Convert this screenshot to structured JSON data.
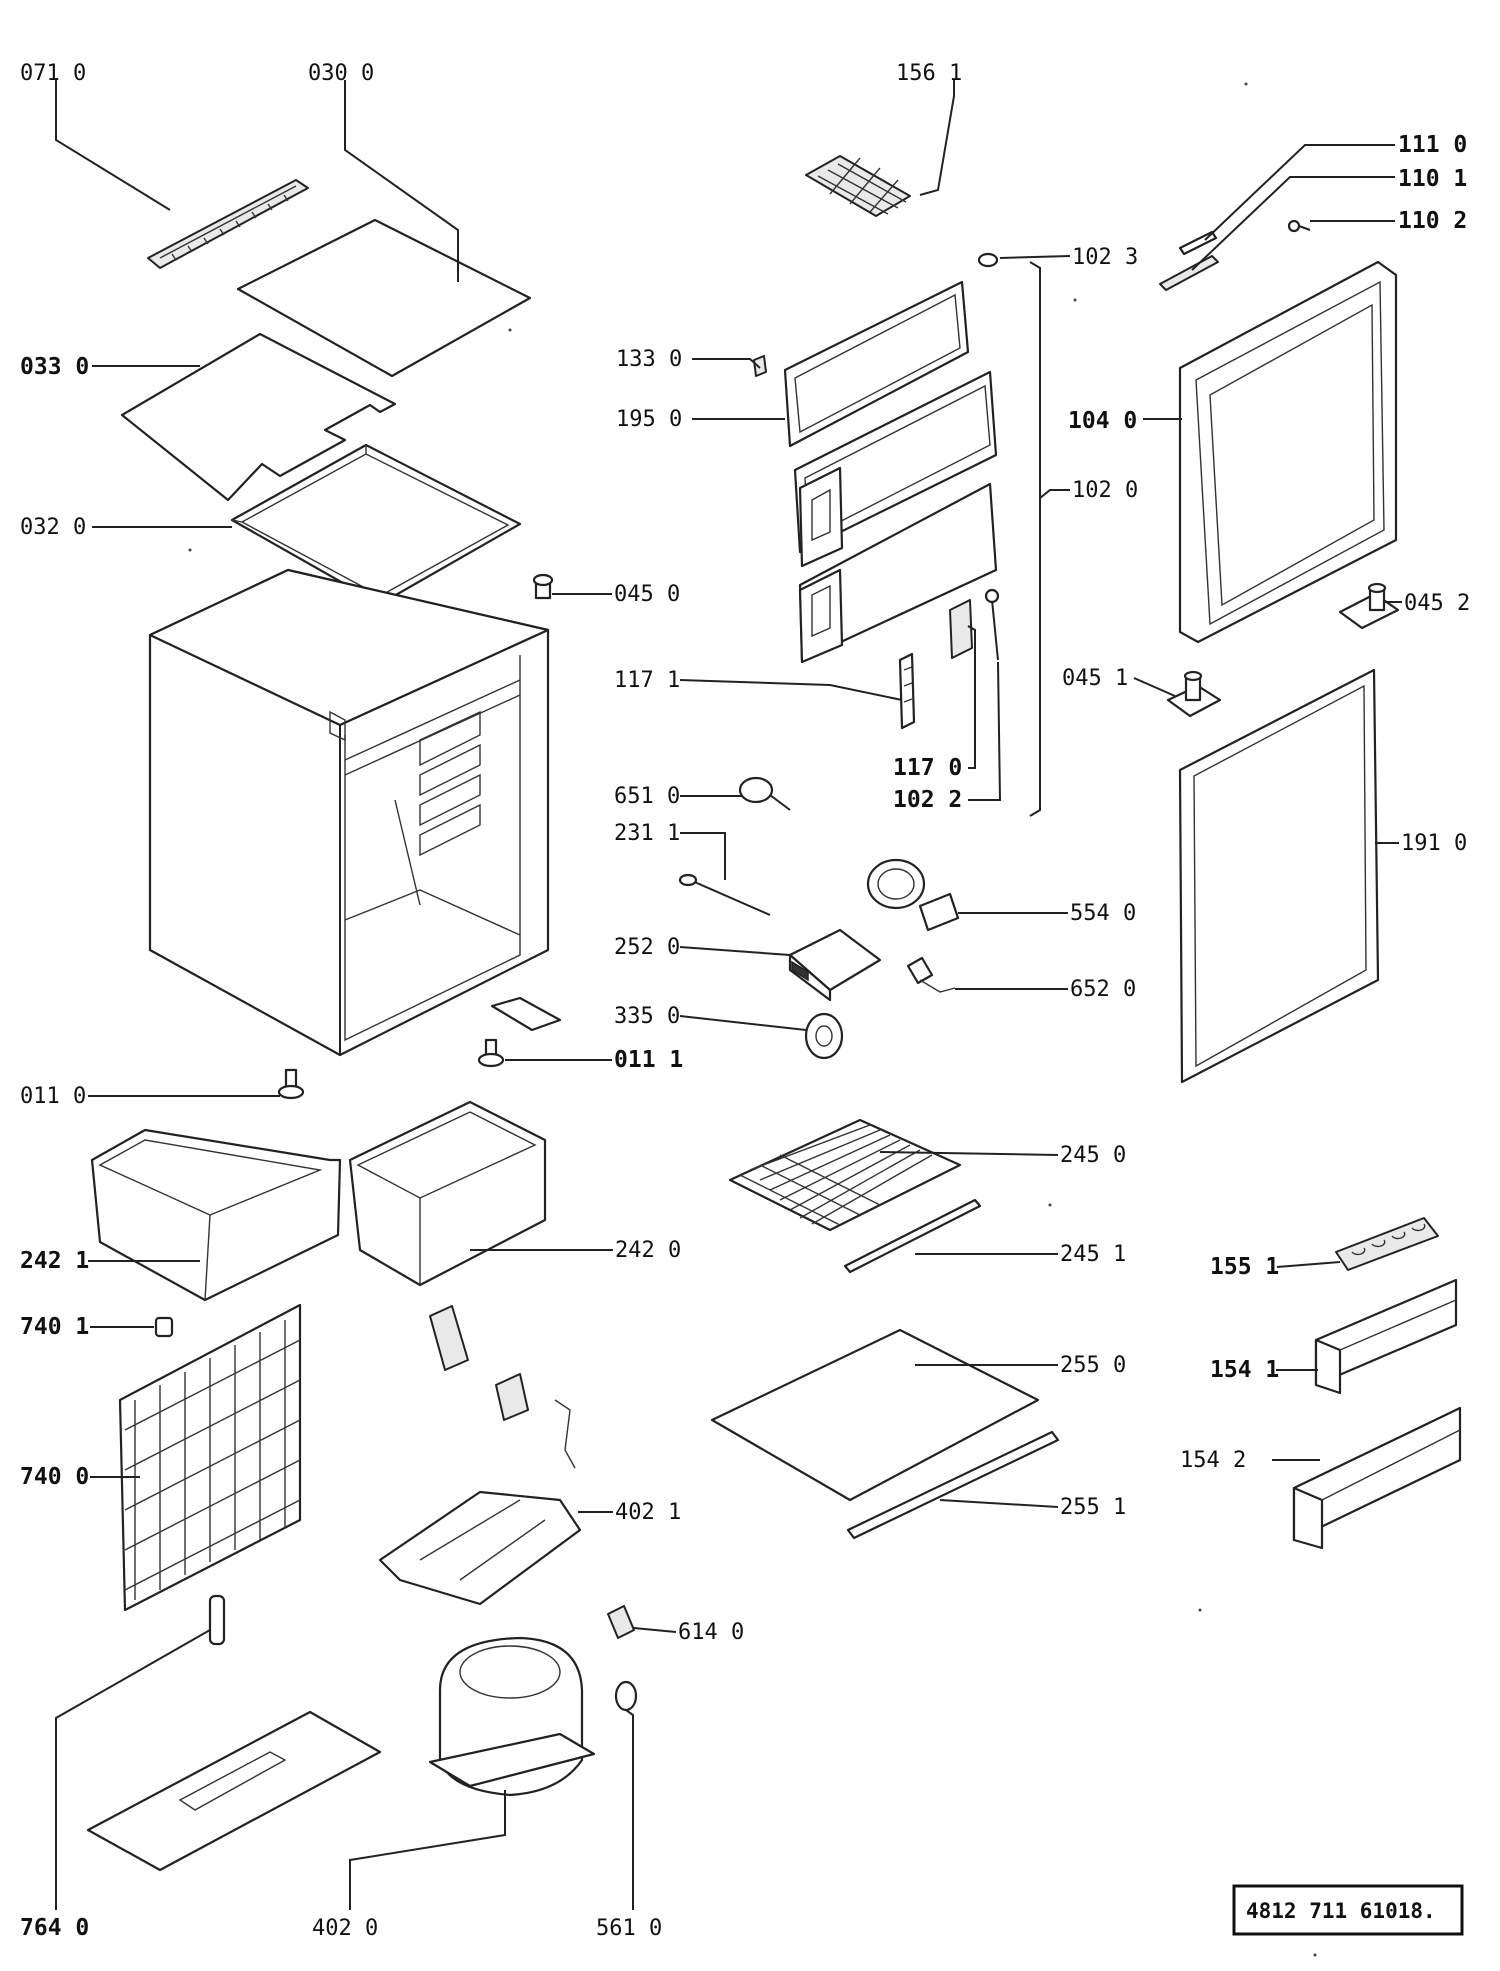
{
  "document_reference": "4812  711 61018.",
  "labels": [
    {
      "id": "0710",
      "text": "071 0"
    },
    {
      "id": "0300",
      "text": "030  0"
    },
    {
      "id": "1561",
      "text": "156  1"
    },
    {
      "id": "1110",
      "text": "111 0"
    },
    {
      "id": "1101",
      "text": "110 1"
    },
    {
      "id": "1102",
      "text": "110 2"
    },
    {
      "id": "1023",
      "text": "102 3"
    },
    {
      "id": "0330",
      "text": "033 0"
    },
    {
      "id": "1330",
      "text": "133  0"
    },
    {
      "id": "1950",
      "text": "195  0"
    },
    {
      "id": "1040",
      "text": "104  0"
    },
    {
      "id": "1020",
      "text": "102  0"
    },
    {
      "id": "0320",
      "text": "032 0"
    },
    {
      "id": "0450",
      "text": "045 0"
    },
    {
      "id": "0452",
      "text": "045 2"
    },
    {
      "id": "1171",
      "text": "117 1"
    },
    {
      "id": "0451",
      "text": "045 1"
    },
    {
      "id": "1170",
      "text": "117 0"
    },
    {
      "id": "1022",
      "text": "102 2"
    },
    {
      "id": "6510",
      "text": "651 0"
    },
    {
      "id": "2311",
      "text": "231 1"
    },
    {
      "id": "1910",
      "text": "191 0"
    },
    {
      "id": "5540",
      "text": "554 0"
    },
    {
      "id": "2520",
      "text": "252 0"
    },
    {
      "id": "6520",
      "text": "652 0"
    },
    {
      "id": "3350",
      "text": "335 0"
    },
    {
      "id": "0111",
      "text": "011 1"
    },
    {
      "id": "0110",
      "text": "011 0"
    },
    {
      "id": "2450",
      "text": "245 0"
    },
    {
      "id": "2421",
      "text": "242 1"
    },
    {
      "id": "2420",
      "text": "242 0"
    },
    {
      "id": "2451",
      "text": "245 1"
    },
    {
      "id": "1551",
      "text": "155 1"
    },
    {
      "id": "7401",
      "text": "740 1"
    },
    {
      "id": "2550",
      "text": "255 0"
    },
    {
      "id": "1541",
      "text": "154 1"
    },
    {
      "id": "7400",
      "text": "740 0"
    },
    {
      "id": "1542",
      "text": "154 2"
    },
    {
      "id": "4021",
      "text": "402 1"
    },
    {
      "id": "2551",
      "text": "255 1"
    },
    {
      "id": "6140",
      "text": "614 0"
    },
    {
      "id": "7640",
      "text": "764 0"
    },
    {
      "id": "4020",
      "text": "402  0"
    },
    {
      "id": "5610",
      "text": "561 0"
    }
  ]
}
